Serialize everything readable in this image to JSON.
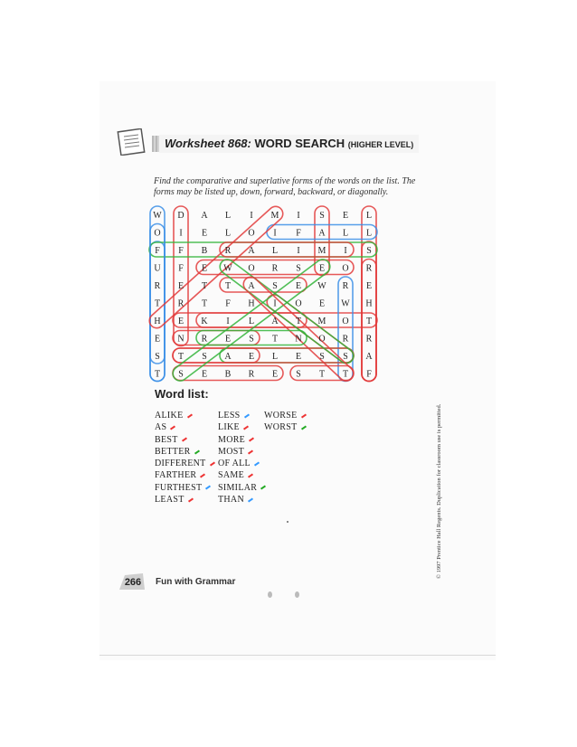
{
  "header": {
    "worksheet_label": "Worksheet 868:",
    "title": "WORD SEARCH",
    "level": "(HIGHER LEVEL)"
  },
  "instructions": "Find the comparative and superlative forms of the words on the list. The forms may be listed up, down, forward, backward, or diagonally.",
  "grid": [
    [
      "W",
      "D",
      "A",
      "L",
      "I",
      "M",
      "I",
      "S",
      "E",
      "L"
    ],
    [
      "O",
      "I",
      "E",
      "L",
      "O",
      "I",
      "F",
      "A",
      "L",
      "L"
    ],
    [
      "F",
      "F",
      "B",
      "R",
      "A",
      "L",
      "I",
      "M",
      "I",
      "S"
    ],
    [
      "U",
      "F",
      "E",
      "W",
      "O",
      "R",
      "S",
      "E",
      "O",
      "R"
    ],
    [
      "R",
      "E",
      "T",
      "T",
      "A",
      "S",
      "E",
      "W",
      "R",
      "E"
    ],
    [
      "T",
      "R",
      "T",
      "F",
      "H",
      "I",
      "O",
      "E",
      "W",
      "H"
    ],
    [
      "H",
      "E",
      "K",
      "I",
      "L",
      "A",
      "T",
      "M",
      "O",
      "T"
    ],
    [
      "E",
      "N",
      "R",
      "E",
      "S",
      "T",
      "N",
      "O",
      "R",
      "R"
    ],
    [
      "S",
      "T",
      "S",
      "A",
      "E",
      "L",
      "E",
      "S",
      "S",
      "A"
    ],
    [
      "T",
      "S",
      "E",
      "B",
      "R",
      "E",
      "S",
      "T",
      "T",
      "F"
    ]
  ],
  "word_list": {
    "title": "Word list:",
    "col1": [
      "ALIKE",
      "AS",
      "BEST",
      "BETTER",
      "DIFFERENT",
      "FARTHER",
      "FURTHEST",
      "LEAST"
    ],
    "col2": [
      "LESS",
      "LIKE",
      "MORE",
      "MOST",
      "OF ALL",
      "SAME",
      "SIMILAR",
      "THAN"
    ],
    "col3": [
      "WORSE",
      "WORST"
    ]
  },
  "marks": {
    "col1": [
      "#e33",
      "#e33",
      "#e33",
      "#2a2",
      "#e33",
      "#e33",
      "#39f",
      "#e33"
    ],
    "col2": [
      "#39f",
      "#e33",
      "#e33",
      "#e33",
      "#39f",
      "#e33",
      "#2a2",
      "#39f"
    ],
    "col3": [
      "#e33",
      "#2a2"
    ]
  },
  "colors": {
    "red": "#e23b3b",
    "green": "#33b43a",
    "blue": "#3a8ee6"
  },
  "footer": {
    "page_number": "266",
    "book_title": "Fun with Grammar"
  },
  "copyright": "© 1997 Prentice Hall Regents. Duplication for classroom use is permitted."
}
